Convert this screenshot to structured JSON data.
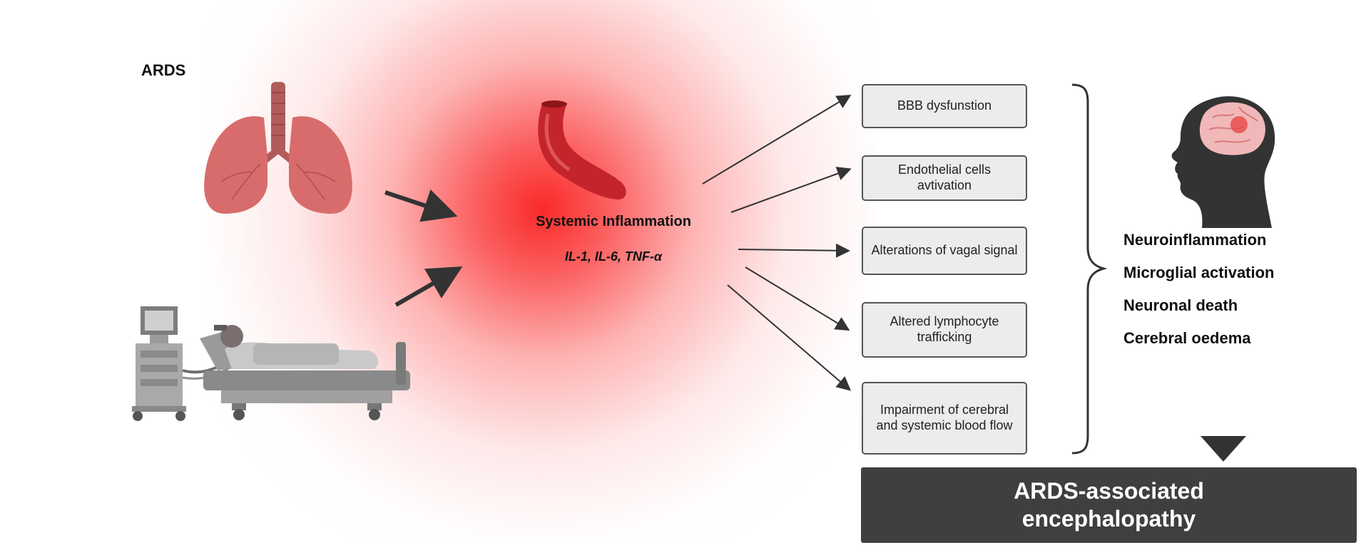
{
  "source": {
    "label": "ARDS",
    "lungs_icon": "lungs-icon",
    "patient_icon": "ventilated-patient-icon"
  },
  "inflammation": {
    "title": "Systemic Inflammation",
    "cytokines": "IL-1, IL-6, TNF-α",
    "icon": "blood-vessel-icon"
  },
  "effects": [
    {
      "label": "BBB dysfunstion"
    },
    {
      "label": "Endothelial cells avtivation"
    },
    {
      "label": "Alterations of vagal signal"
    },
    {
      "label": "Altered lymphocyte trafficking"
    },
    {
      "label": "Impairment of cerebral and systemic blood flow"
    }
  ],
  "brain": {
    "icon": "head-brain-icon",
    "outcomes": [
      "Neuroinflammation",
      "Microglial activation",
      "Neuronal death",
      "Cerebral oedema"
    ]
  },
  "result": {
    "label": "ARDS-associated encephalopathy"
  },
  "colors": {
    "inflammation": "#f52020",
    "lungs": "#d86c6c",
    "box_fill": "#ececec",
    "box_border": "#555555",
    "result_fill": "#3f3f3f",
    "head": "#333333"
  }
}
